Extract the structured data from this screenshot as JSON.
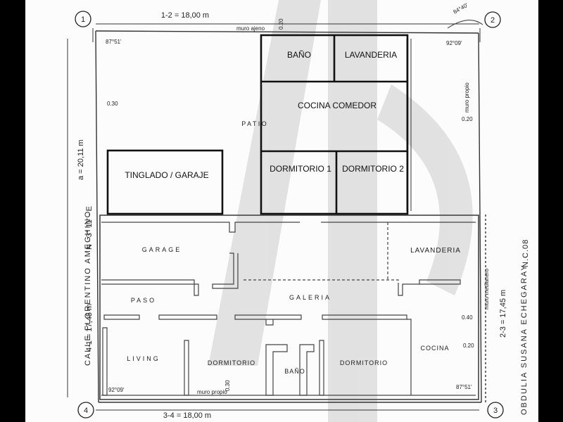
{
  "markers": [
    "1",
    "2",
    "3",
    "4"
  ],
  "dimensions": {
    "top": "1-2 = 18,00 m",
    "bottom": "3-4 = 18,00 m",
    "left_total": "a = 20,11 m",
    "left_segment": "4-1 = 17,45 m",
    "right_segment": "2-3 = 17,45 m"
  },
  "angles": {
    "top_left": "87°51'",
    "top_right_outer": "84°40'",
    "top_right_inner": "92°09'",
    "bottom_left": "92°09'",
    "bottom_right": "87°51'"
  },
  "bearing": "N - 3° 11' - E",
  "street": "CALLE FLORENTINO AMEGHINO",
  "neighbor": {
    "name": "OBDULIA SUSANA ECHEGARAY",
    "code": "N.C.08"
  },
  "wall_notes": {
    "top": "muro ajeno",
    "right": "muro propio",
    "right_shared": "muro medianero",
    "bottom": "muro propio"
  },
  "thickness": {
    "t020": "0.20",
    "t030": "0.30",
    "t040": "0.40"
  },
  "new_rooms": {
    "bano": "BAÑO",
    "lavanderia": "LAVANDERIA",
    "cocina_comedor": "COCINA COMEDOR",
    "dormitorio1": "DORMITORIO 1",
    "dormitorio2": "DORMITORIO 2",
    "tinglado": "TINGLADO / GARAJE"
  },
  "rooms": {
    "patio": "P A T I O",
    "garage": "GARAGE",
    "lavanderia": "LAVANDERIA",
    "paso": "PASO",
    "galeria": "GALERIA",
    "living": "LIVING",
    "dormitorio_a": "DORMITORIO",
    "bano": "BAÑO",
    "dormitorio_b": "DORMITORIO",
    "cocina": "COCINA"
  }
}
